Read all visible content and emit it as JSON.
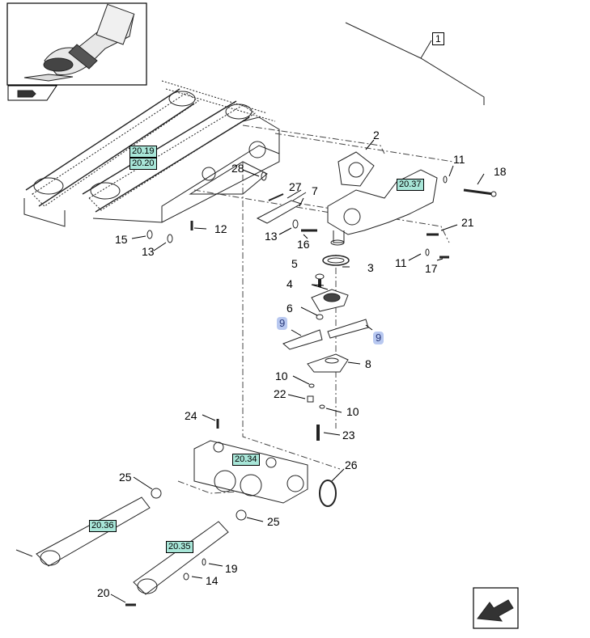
{
  "part_numbers": [
    {
      "id": "n1",
      "text": "1"
    },
    {
      "id": "n2",
      "text": "2"
    },
    {
      "id": "n3",
      "text": "3"
    },
    {
      "id": "n4",
      "text": "4"
    },
    {
      "id": "n5",
      "text": "5"
    },
    {
      "id": "n6",
      "text": "6"
    },
    {
      "id": "n7",
      "text": "7"
    },
    {
      "id": "n8",
      "text": "8"
    },
    {
      "id": "n10a",
      "text": "10"
    },
    {
      "id": "n10b",
      "text": "10"
    },
    {
      "id": "n11a",
      "text": "11"
    },
    {
      "id": "n11b",
      "text": "11"
    },
    {
      "id": "n12",
      "text": "12"
    },
    {
      "id": "n13a",
      "text": "13"
    },
    {
      "id": "n13b",
      "text": "13"
    },
    {
      "id": "n14",
      "text": "14"
    },
    {
      "id": "n15",
      "text": "15"
    },
    {
      "id": "n16",
      "text": "16"
    },
    {
      "id": "n17",
      "text": "17"
    },
    {
      "id": "n18",
      "text": "18"
    },
    {
      "id": "n19",
      "text": "19"
    },
    {
      "id": "n20",
      "text": "20"
    },
    {
      "id": "n21",
      "text": "21"
    },
    {
      "id": "n22",
      "text": "22"
    },
    {
      "id": "n23",
      "text": "23"
    },
    {
      "id": "n24",
      "text": "24"
    },
    {
      "id": "n25a",
      "text": "25"
    },
    {
      "id": "n25b",
      "text": "25"
    },
    {
      "id": "n26",
      "text": "26"
    },
    {
      "id": "n27",
      "text": "27"
    },
    {
      "id": "n28",
      "text": "28"
    }
  ],
  "quantity_labels": [
    {
      "id": "q9a",
      "text": "9"
    },
    {
      "id": "q9b",
      "text": "9"
    }
  ],
  "reference_labels": [
    {
      "id": "r1",
      "text": "20.19"
    },
    {
      "id": "r2",
      "text": "20.20"
    },
    {
      "id": "r3",
      "text": "20.37"
    },
    {
      "id": "r4",
      "text": "20.34"
    },
    {
      "id": "r5",
      "text": "20.36"
    },
    {
      "id": "r6",
      "text": "20.35"
    }
  ],
  "colors": {
    "reference_bg": "#a8e6d8",
    "quantity_bg": "#b8c8f0",
    "line": "#222222"
  },
  "icons": [
    "thumbnail-overview-icon",
    "page-turn-icon",
    "next-page-arrow-icon"
  ]
}
